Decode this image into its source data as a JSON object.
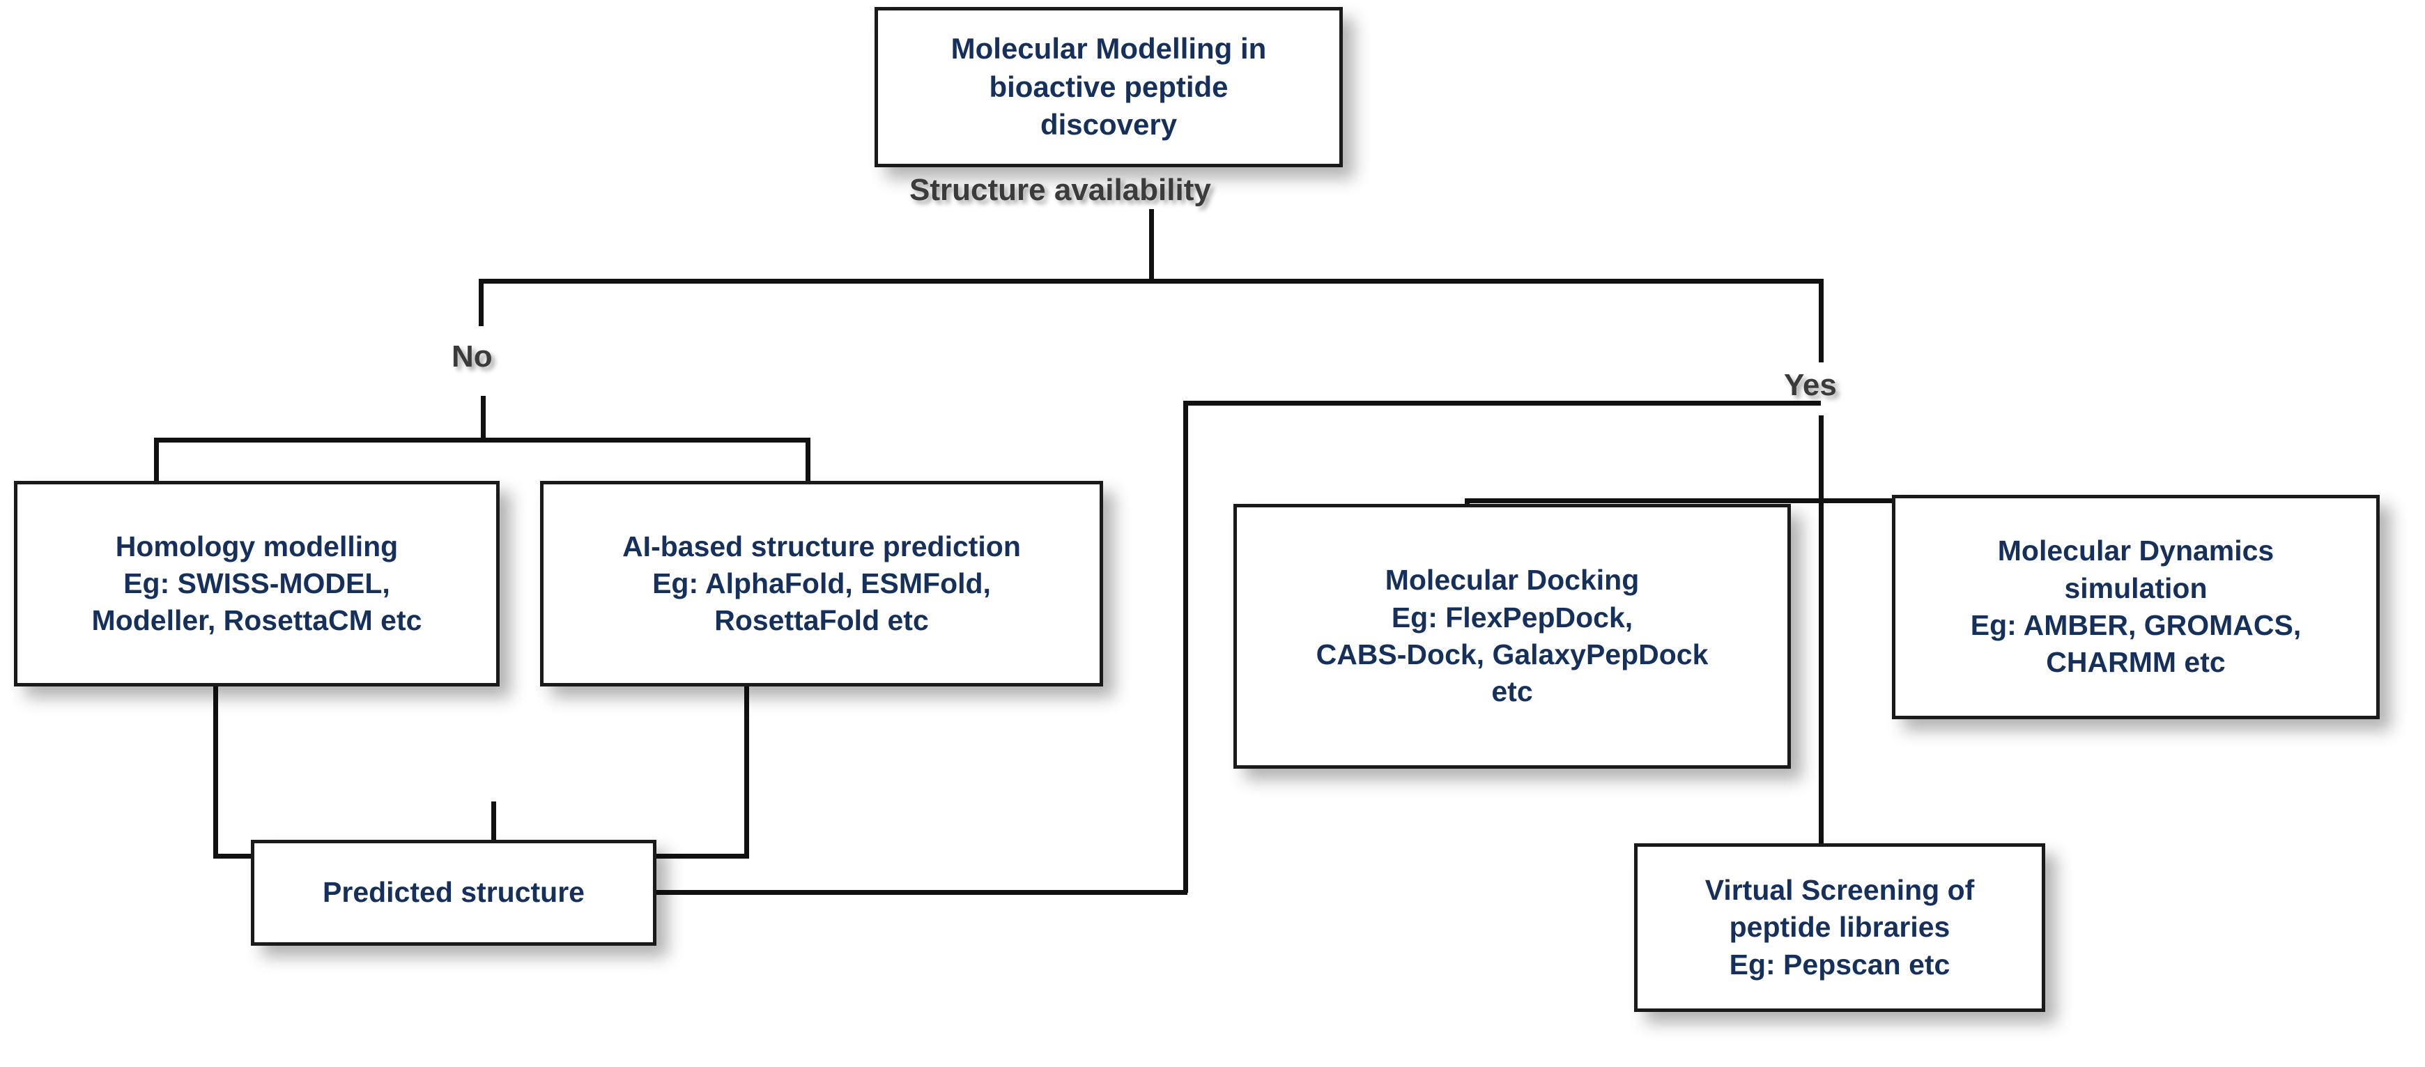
{
  "diagram": {
    "title_label": "Molecular Modelling flowchart",
    "colors": {
      "node_text": "#16305e",
      "node_border": "#1a1a1a",
      "label_text": "#3b3b3b",
      "connector": "#111111",
      "background": "#ffffff"
    }
  },
  "nodes": {
    "root": {
      "id": "molecular-modelling-root",
      "lines": [
        "Molecular Modelling in",
        "bioactive peptide",
        "discovery"
      ]
    },
    "homology": {
      "id": "homology-modelling",
      "lines": [
        "Homology modelling",
        "Eg: SWISS-MODEL,",
        "Modeller, RosettaCM etc"
      ]
    },
    "ai_prediction": {
      "id": "ai-based-structure-prediction",
      "lines": [
        "AI-based structure prediction",
        "Eg: AlphaFold, ESMFold,",
        "RosettaFold etc"
      ]
    },
    "docking": {
      "id": "molecular-docking",
      "lines": [
        "Molecular Docking",
        "Eg: FlexPepDock,",
        "CABS-Dock, GalaxyPepDock",
        "etc"
      ]
    },
    "dynamics": {
      "id": "molecular-dynamics-simulation",
      "lines": [
        "Molecular Dynamics",
        "simulation",
        "Eg: AMBER, GROMACS,",
        "CHARMM etc"
      ]
    },
    "predicted": {
      "id": "predicted-structure",
      "lines": [
        "Predicted structure"
      ]
    },
    "virtual_screening": {
      "id": "virtual-screening-of-peptide-libraries",
      "lines": [
        "Virtual Screening of",
        "peptide libraries",
        "Eg: Pepscan etc"
      ]
    }
  },
  "labels": {
    "decision": "Structure availability",
    "branch_no": "No",
    "branch_yes": "Yes"
  },
  "edges": [
    {
      "from": "root",
      "to": "decision-split",
      "label": "Structure availability"
    },
    {
      "from": "decision-split",
      "to": "homology",
      "label": "No"
    },
    {
      "from": "decision-split",
      "to": "ai_prediction",
      "label": "No"
    },
    {
      "from": "homology",
      "to": "predicted",
      "label": ""
    },
    {
      "from": "ai_prediction",
      "to": "predicted",
      "label": ""
    },
    {
      "from": "predicted",
      "to": "yes-trunk",
      "label": ""
    },
    {
      "from": "decision-split",
      "to": "docking",
      "label": "Yes"
    },
    {
      "from": "decision-split",
      "to": "dynamics",
      "label": "Yes"
    },
    {
      "from": "decision-split",
      "to": "virtual_screening",
      "label": "Yes"
    }
  ]
}
